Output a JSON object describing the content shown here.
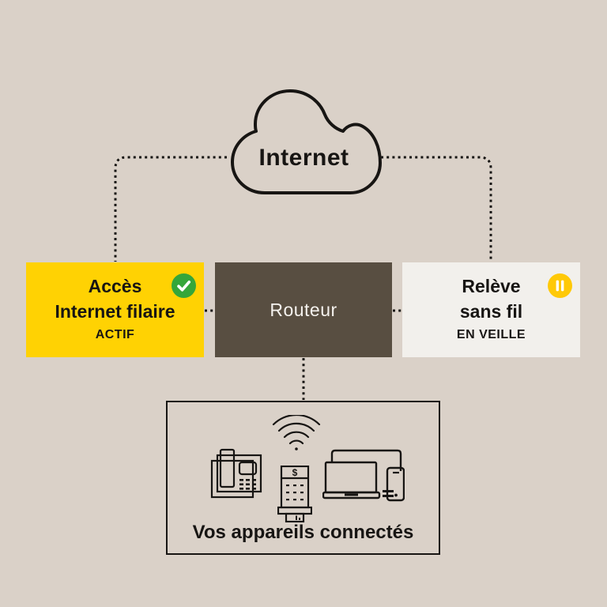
{
  "palette": {
    "background": "#DAD1C8",
    "accent_yellow": "#FFD203",
    "router_brown": "#584E41",
    "card_white": "#F2F0EC",
    "line_black": "#171513",
    "status_green": "#35A63A",
    "pause_yellow": "#FFC907"
  },
  "cloud": {
    "label": "Internet"
  },
  "nodes": {
    "wired_access": {
      "line1": "Accès",
      "line2": "Internet filaire",
      "status": "ACTIF",
      "badge_icon": "check-icon"
    },
    "router": {
      "label": "Routeur"
    },
    "wireless": {
      "line1": "Relève",
      "line2": "sans fil",
      "status": "EN VEILLE",
      "badge_icon": "pause-icon"
    }
  },
  "devices": {
    "caption": "Vos appareils connectés",
    "terminal_currency": "$",
    "icons": [
      "wifi-icon",
      "desk-phone-icon",
      "payment-terminal-icon",
      "laptop-monitor-smartphone-icon"
    ]
  }
}
